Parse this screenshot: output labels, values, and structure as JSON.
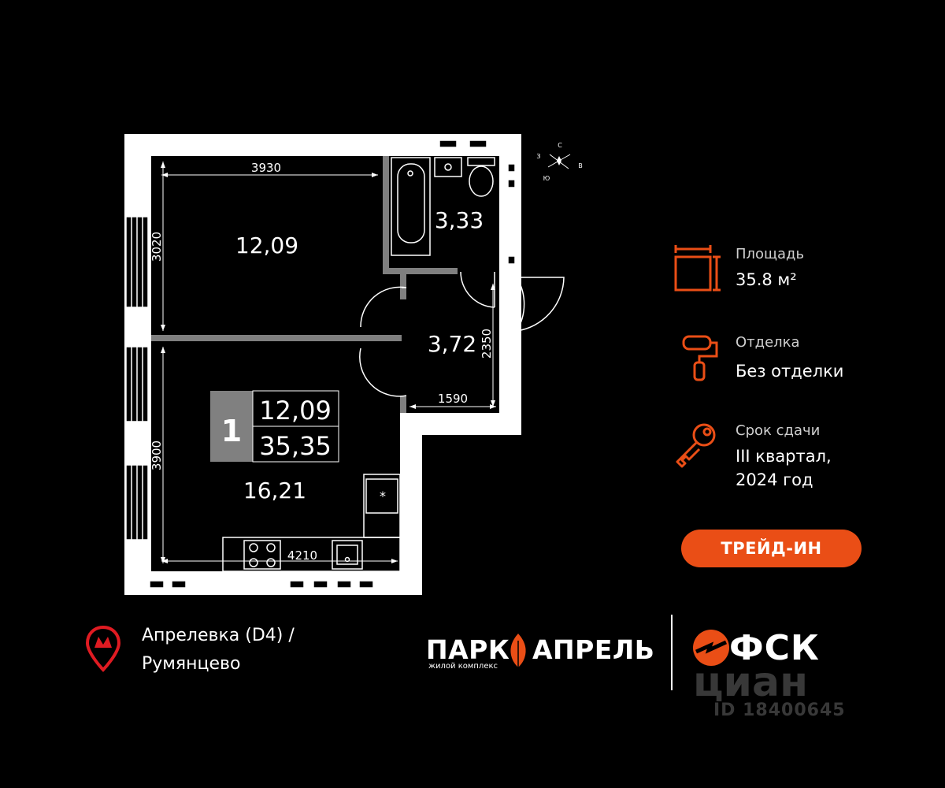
{
  "plan": {
    "rooms": [
      {
        "label": "12,09"
      },
      {
        "label": "3,33"
      },
      {
        "label": "3,72"
      },
      {
        "label": "16,21"
      }
    ],
    "dimensions": {
      "top_width": "3930",
      "left_height_top": "3020",
      "left_height_bottom": "3900",
      "bottom_width": "4210",
      "hall_width": "1590",
      "hall_height": "2350"
    },
    "badge": {
      "rooms": "1",
      "living_area": "12,09",
      "total_area": "35,35"
    },
    "compass": {
      "north": "С",
      "west": "З",
      "east": "В",
      "south": "Ю"
    }
  },
  "info": {
    "area": {
      "label": "Площадь",
      "value": "35.8 м²",
      "icon": "floor-area-icon"
    },
    "finish": {
      "label": "Отделка",
      "value": "Без отделки",
      "icon": "paint-roller-icon"
    },
    "deadline": {
      "label": "Срок сдачи",
      "value_line1": "III квартал,",
      "value_line2": "2024 год",
      "icon": "key-icon"
    }
  },
  "trade_in_button": "ТРЕЙД-ИН",
  "metro": {
    "icon": "metro-pin-icon",
    "line1": "Апрелевка (D4)  /",
    "line2": "Румянцево"
  },
  "brand": {
    "park_left": "ПАРК",
    "park_right": "АПРЕЛЬ",
    "park_sub": "жилой комплекс",
    "developer": "ФСК"
  },
  "watermark": {
    "logo": "циан",
    "id": "ID 18400645"
  },
  "colors": {
    "accent": "#ea4e16",
    "background": "#000000",
    "wall": "#ffffff",
    "badge_gray": "#808080"
  }
}
